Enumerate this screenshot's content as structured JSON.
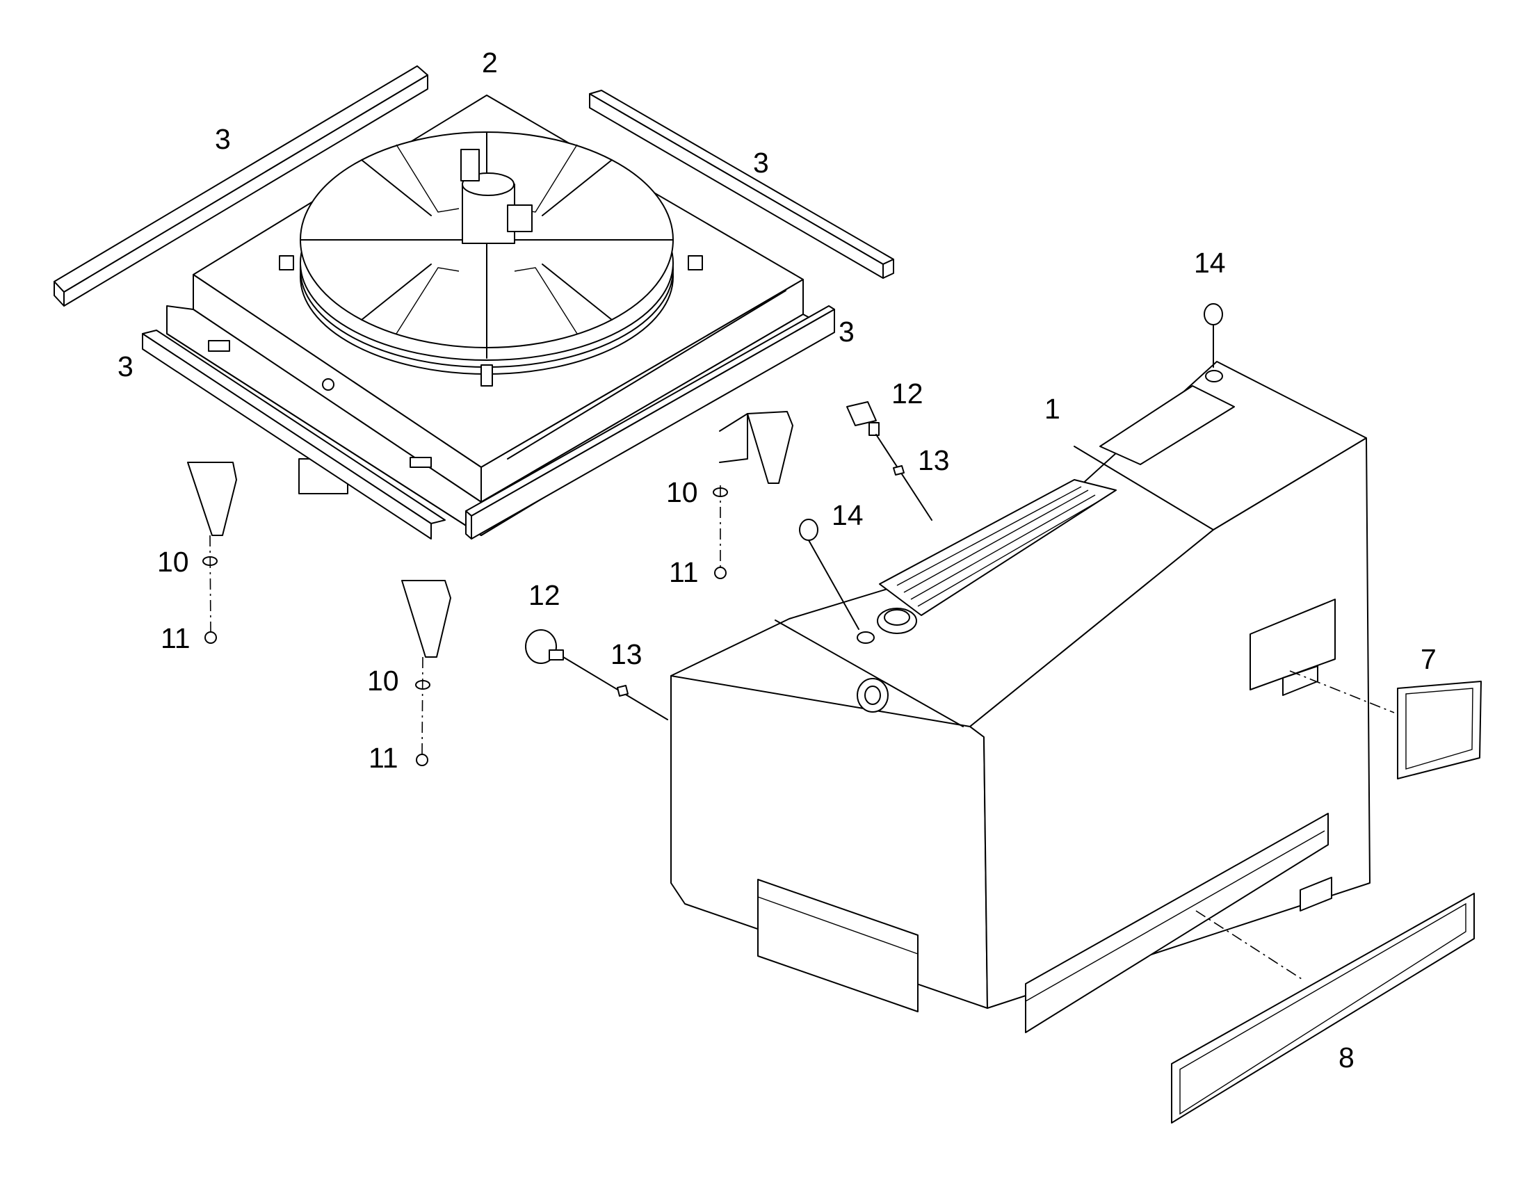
{
  "callouts": {
    "c2": "2",
    "c3a": "3",
    "c3b": "3",
    "c3c": "3",
    "c3d": "3",
    "c14a": "14",
    "c14b": "14",
    "c12a": "12",
    "c12b": "12",
    "c13a": "13",
    "c13b": "13",
    "c1": "1",
    "c10a": "10",
    "c10b": "10",
    "c10c": "10",
    "c11a": "11",
    "c11b": "11",
    "c11c": "11",
    "c7": "7",
    "c8": "8"
  }
}
